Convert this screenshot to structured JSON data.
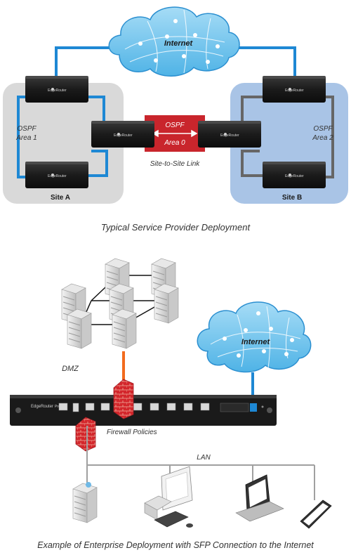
{
  "top": {
    "internet_label": "Internet",
    "router_brand": "EdgeRouter",
    "ospf_area1": [
      "OSPF",
      "Area 1"
    ],
    "ospf_area2": [
      "OSPF",
      "Area 2"
    ],
    "ospf_area0": [
      "OSPF",
      "Area 0"
    ],
    "site_a": "Site A",
    "site_b": "Site B",
    "site_to_site_link": "Site-to-Site Link",
    "caption": "Typical Service Provider Deployment"
  },
  "bottom": {
    "dmz_label": "DMZ",
    "internet_label": "Internet",
    "router_brand": "EdgeRouter",
    "router_model_badge": "Pro",
    "firewall_policies": "Firewall Policies",
    "lan_label": "LAN",
    "caption": "Example of Enterprise Deployment with SFP Connection to the Internet"
  },
  "colors": {
    "blue_link": "#1e88d4",
    "site_a_bg": "#d9d9d9",
    "site_b_bg": "#a9c4e6",
    "ospf_red": "#c9252c",
    "fiber_orange": "#f26b1d",
    "gray_link": "#666666",
    "cloud_blue": "#7dc8ee"
  }
}
